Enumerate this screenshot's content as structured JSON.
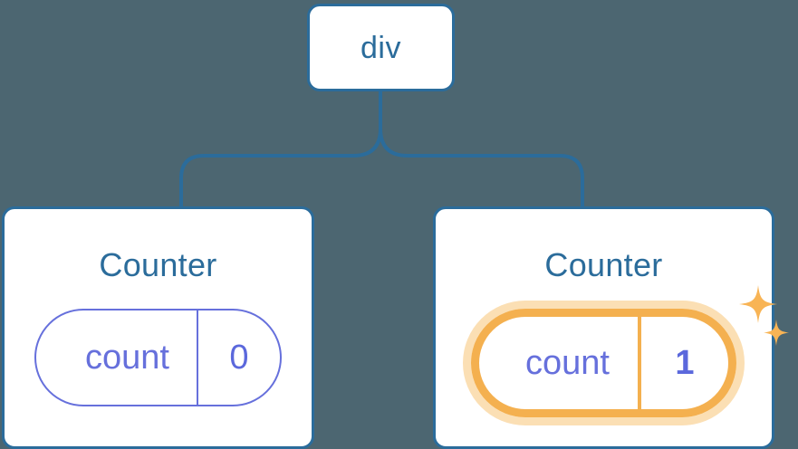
{
  "diagram": {
    "type": "component-tree",
    "background_color": "#4c6671",
    "edge_color": "#2b6c9b",
    "root": {
      "label": "div"
    },
    "children": [
      {
        "title": "Counter",
        "state": {
          "key": "count",
          "value": "0"
        },
        "highlighted": false
      },
      {
        "title": "Counter",
        "state": {
          "key": "count",
          "value": "1"
        },
        "highlighted": true,
        "decorations": [
          "sparkle-large-icon",
          "sparkle-small-icon"
        ]
      }
    ]
  },
  "colors": {
    "background": "#4c6671",
    "card_border": "#2b6c9b",
    "card_fill": "#ffffff",
    "node_text": "#2b6c9b",
    "state_key_text": "#6670dc",
    "state_value_text": "#5b68dc",
    "pill_border": "#6670dc",
    "highlight_stroke": "#f4b04f",
    "highlight_glow": "#fbdfb4",
    "sparkle": "#f8b455"
  }
}
